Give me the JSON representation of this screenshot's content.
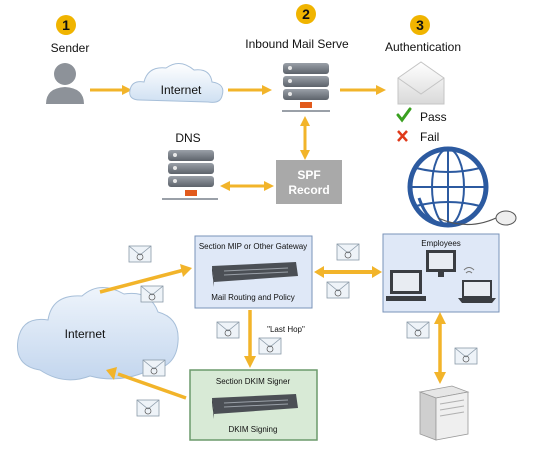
{
  "steps": [
    {
      "number": "1",
      "label": "Sender"
    },
    {
      "number": "2",
      "label": "Inbound Mail Serve"
    },
    {
      "number": "3",
      "label": "Authentication"
    }
  ],
  "top_internet_label": "Internet",
  "auth_results": {
    "pass": "Pass",
    "fail": "Fail"
  },
  "dns_label": "DNS",
  "spf_record": {
    "line1": "SPF",
    "line2": "Record"
  },
  "gateway": {
    "title": "Section MIP or Other Gateway",
    "caption": "Mail Routing and Policy"
  },
  "employees_label": "Employees",
  "cloud_internet_label": "Internet",
  "last_hop_label": "\"Last Hop\"",
  "dkim": {
    "title": "Section DKIM Signer",
    "caption": "DKIM Signing"
  },
  "colors": {
    "arrow": "#f2b42a",
    "step_badge": "#f0b400",
    "spf_box": "#a9a9a9",
    "gateway_box": "#dfe8f7",
    "dkim_box": "#d8ead6",
    "pass_check": "#3aa020",
    "fail_x": "#e03a1a",
    "globe": "#2c5aa0"
  }
}
